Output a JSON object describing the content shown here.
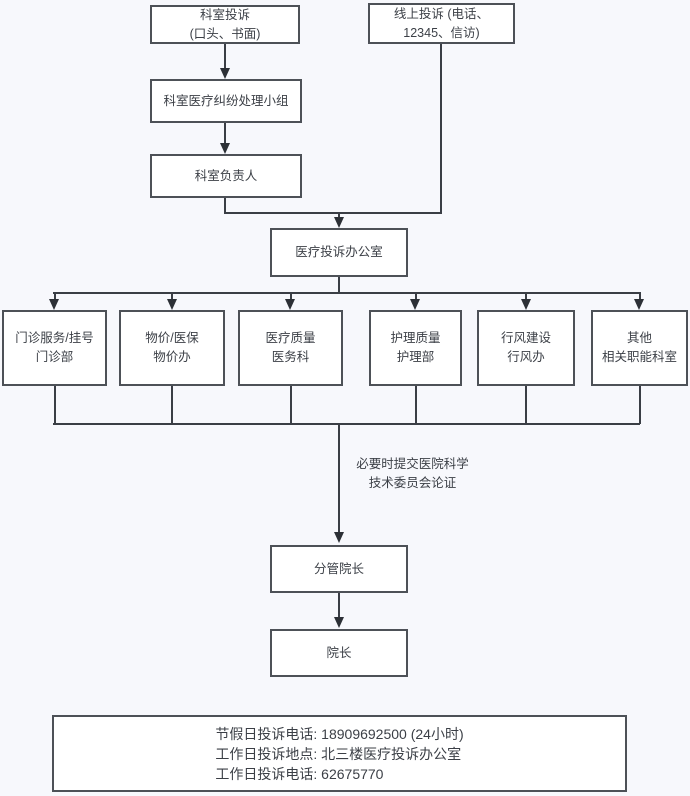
{
  "flowchart": {
    "nodes": {
      "dept_complaint": {
        "label": "科室投诉\n(口头、书面)"
      },
      "online_complaint": {
        "label": "线上投诉 (电话、\n12345、信访)"
      },
      "dispute_team": {
        "label": "科室医疗纠纷处理小组"
      },
      "dept_head": {
        "label": "科室负责人"
      },
      "complaint_office": {
        "label": "医疗投诉办公室"
      },
      "vice_president": {
        "label": "分管院长"
      },
      "president": {
        "label": "院长"
      }
    },
    "routes": [
      {
        "label": "门诊服务/挂号\n门诊部"
      },
      {
        "label": "物价/医保\n物价办"
      },
      {
        "label": "医疗质量\n医务科"
      },
      {
        "label": "护理质量\n护理部"
      },
      {
        "label": "行风建设\n行风办"
      },
      {
        "label": "其他\n相关职能科室"
      }
    ],
    "annotation": {
      "label": "必要时提交医院科学\n技术委员会论证"
    },
    "info_box": {
      "line1": "节假日投诉电话: 18909692500 (24小时)",
      "line2": "工作日投诉地点: 北三楼医疗投诉办公室",
      "line3": "工作日投诉电话: 62675770"
    },
    "colors": {
      "background": "#f7f8fc",
      "box_fill": "#ffffff",
      "box_border": "#4d5157",
      "line": "#3a3e45",
      "text": "#3b3f46"
    }
  }
}
